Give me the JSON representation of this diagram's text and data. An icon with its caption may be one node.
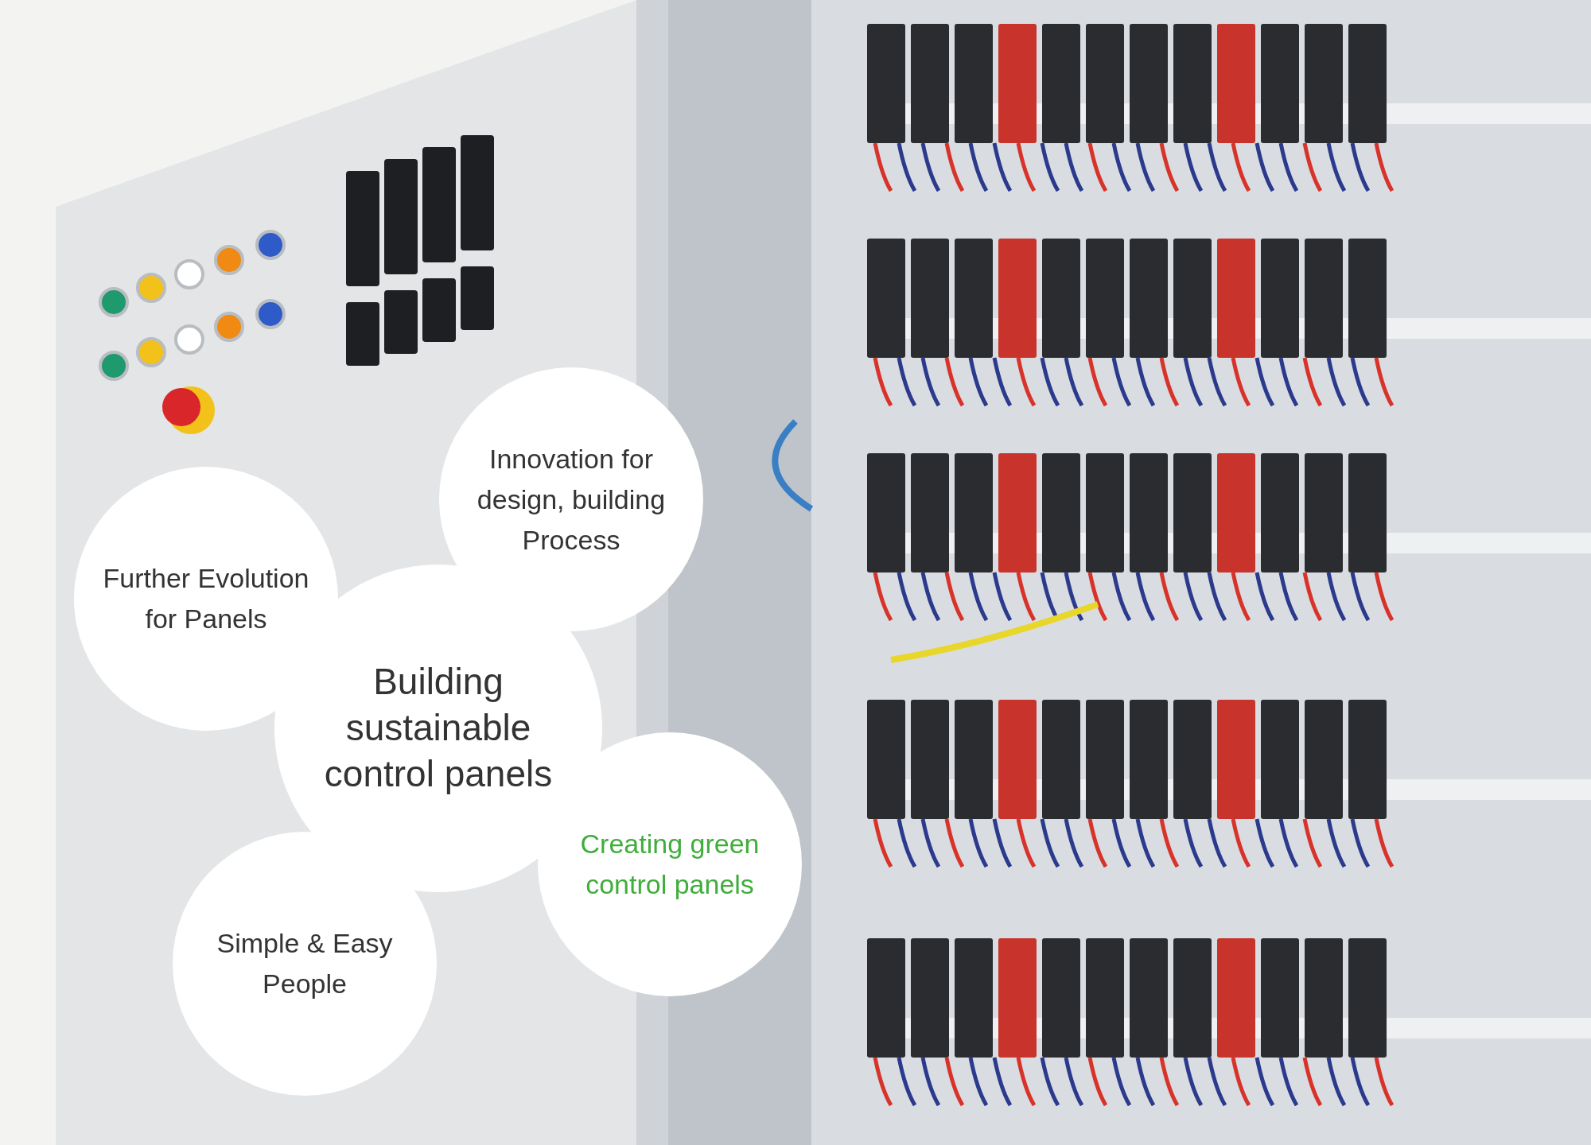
{
  "diagram": {
    "nodes": [
      {
        "text": [
          "Innovation for design, building Process"
        ]
      },
      {
        "text": [
          "Further Evolution for Panels"
        ]
      },
      {
        "text": [
          "Building sustainable control panels"
        ]
      },
      {
        "text": [
          "Creating green control panels"
        ]
      },
      {
        "text": [
          "Simple & Easy People"
        ]
      }
    ]
  }
}
